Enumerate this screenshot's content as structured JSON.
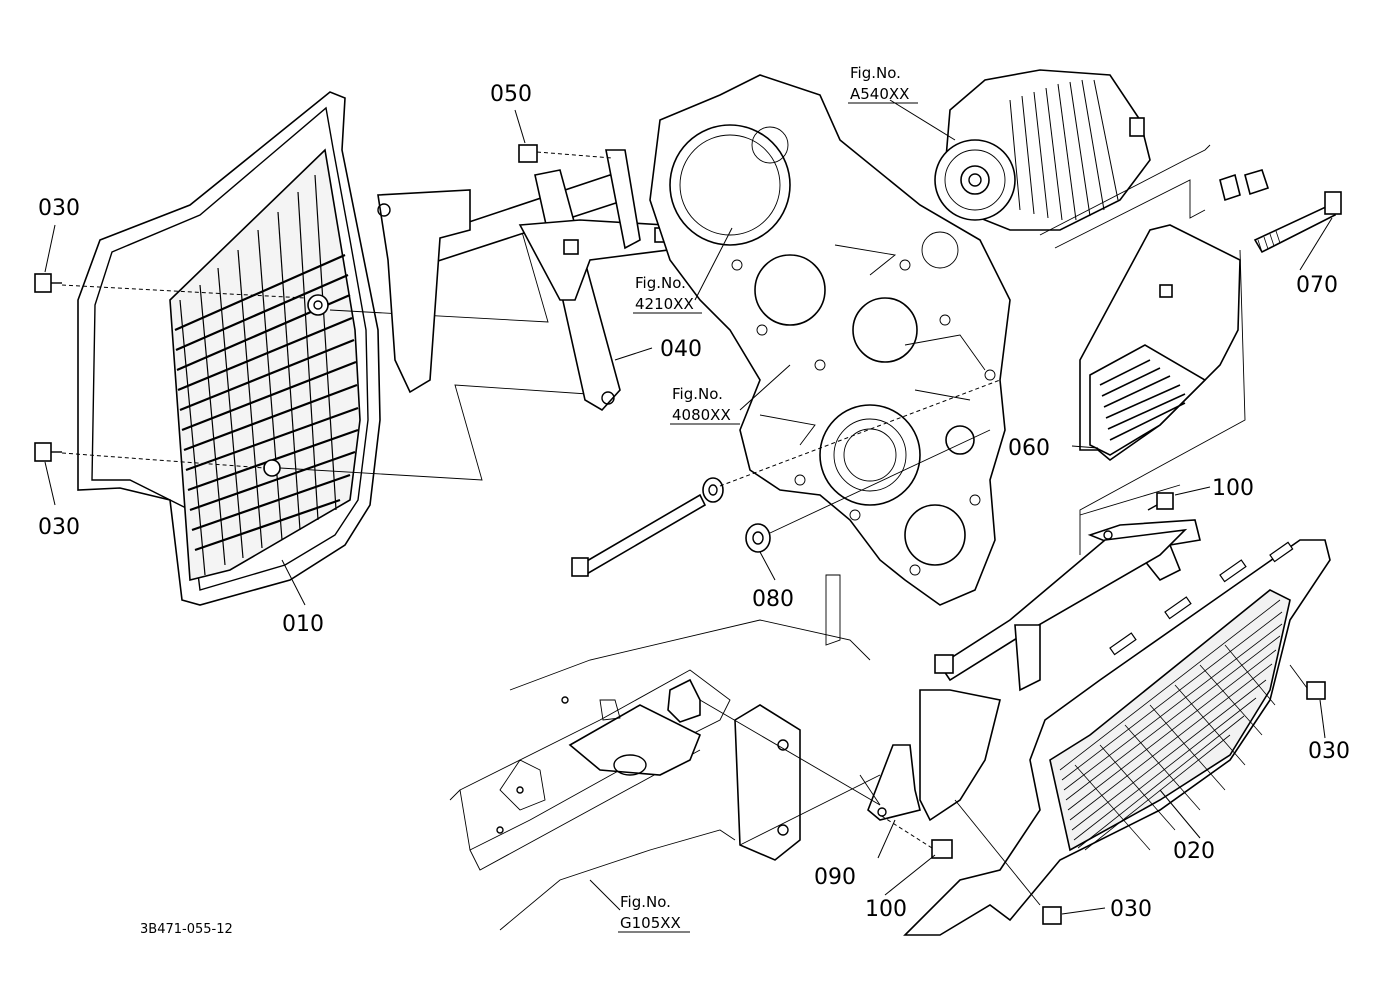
{
  "diagram": {
    "parts": {
      "p010": "010",
      "p020": "020",
      "p030a": "030",
      "p030b": "030",
      "p030c": "030",
      "p030d": "030",
      "p040": "040",
      "p050": "050",
      "p060": "060",
      "p070": "070",
      "p080": "080",
      "p090": "090",
      "p100a": "100",
      "p100b": "100"
    },
    "figrefs": {
      "a540": {
        "prefix": "Fig.No.",
        "code": "A540XX"
      },
      "f4210": {
        "prefix": "Fig.No.",
        "code": "4210XX"
      },
      "f4080": {
        "prefix": "Fig.No.",
        "code": "4080XX"
      },
      "g105": {
        "prefix": "Fig.No.",
        "code": "G105XX"
      }
    },
    "drawing_code": "3B471-055-12"
  }
}
